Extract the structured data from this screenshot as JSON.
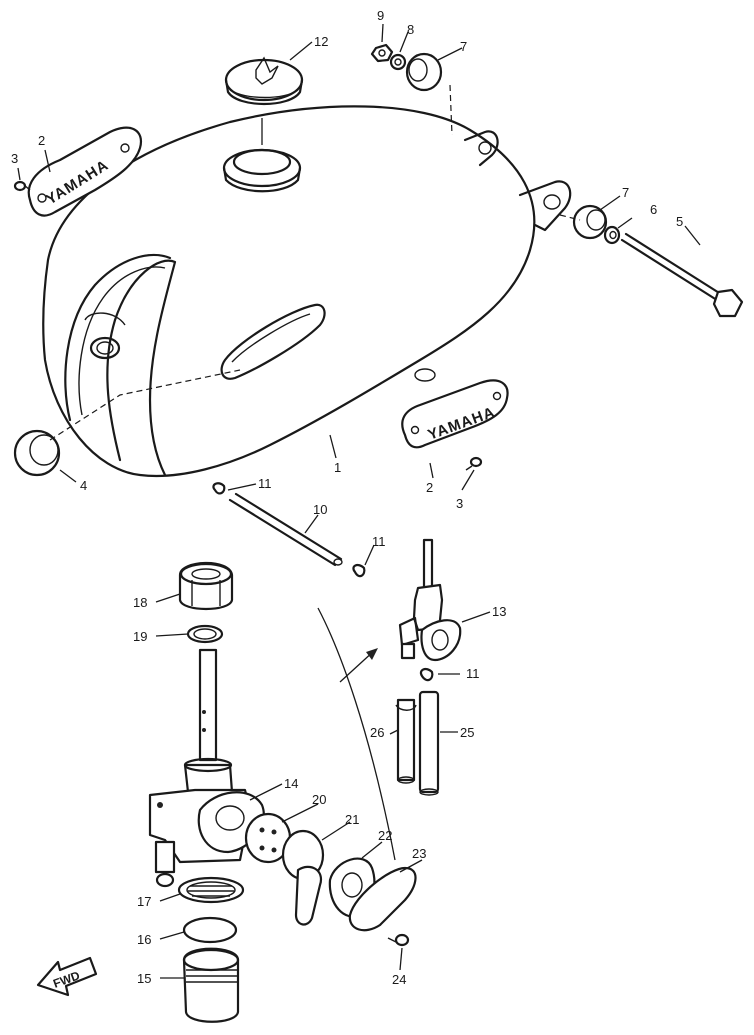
{
  "callouts": {
    "c1": "1",
    "c2a": "2",
    "c2b": "2",
    "c3a": "3",
    "c3b": "3",
    "c4": "4",
    "c5": "5",
    "c6": "6",
    "c7a": "7",
    "c7b": "7",
    "c8": "8",
    "c9": "9",
    "c10": "10",
    "c11a": "11",
    "c11b": "11",
    "c11c": "11",
    "c12": "12",
    "c13": "13",
    "c14": "14",
    "c15": "15",
    "c16": "16",
    "c17": "17",
    "c18": "18",
    "c19": "19",
    "c20": "20",
    "c21": "21",
    "c22": "22",
    "c23": "23",
    "c24": "24",
    "c25": "25",
    "c26": "26"
  },
  "emblem_text": "YAMAHA",
  "direction_label": "FWD",
  "icons": {
    "direction": "forward-arrow-icon"
  }
}
